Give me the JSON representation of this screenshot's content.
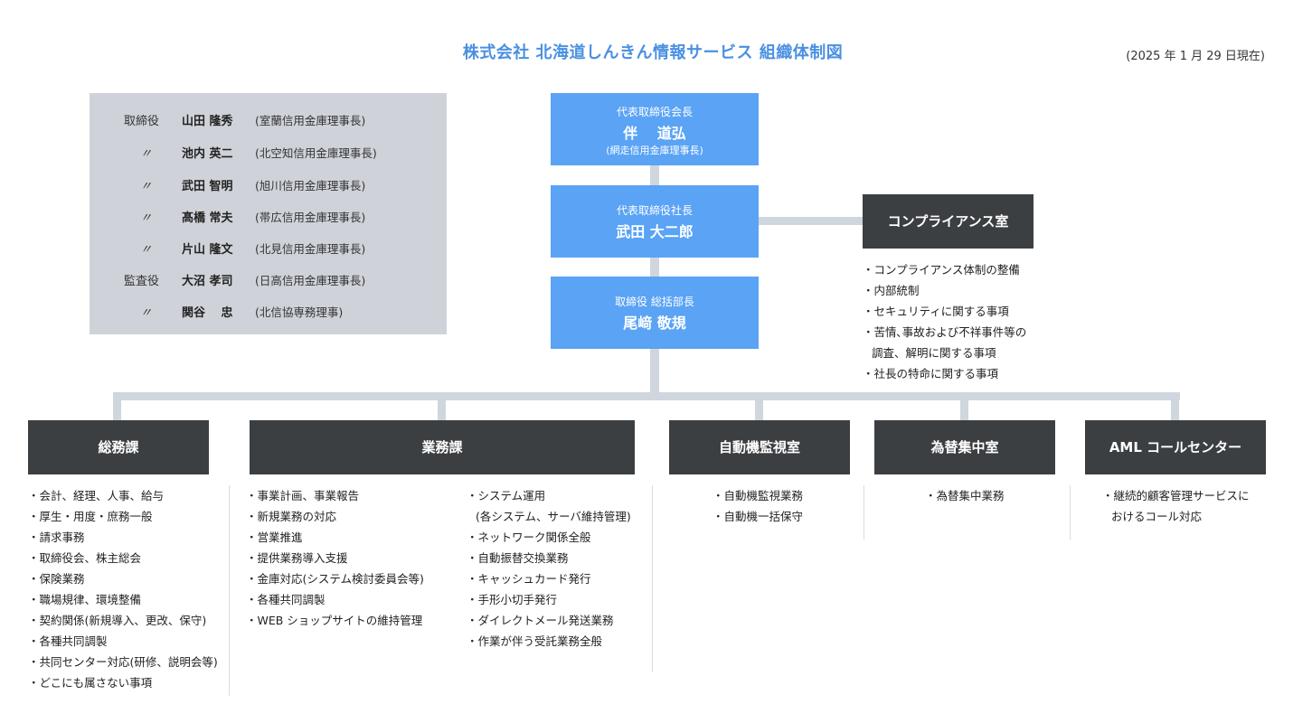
{
  "header": {
    "title": "株式会社 北海道しんきん情報サービス 組織体制図",
    "date": "(2025 年 1 月 29 日現在)"
  },
  "directors": [
    {
      "role": "取締役",
      "name": "山田 隆秀",
      "affiliation": "(室蘭信用金庫理事長)"
    },
    {
      "role": "〃",
      "name": "池内 英二",
      "affiliation": "(北空知信用金庫理事長)"
    },
    {
      "role": "〃",
      "name": "武田 智明",
      "affiliation": "(旭川信用金庫理事長)"
    },
    {
      "role": "〃",
      "name": "髙橋 常夫",
      "affiliation": "(帯広信用金庫理事長)"
    },
    {
      "role": "〃",
      "name": "片山 隆文",
      "affiliation": "(北見信用金庫理事長)"
    },
    {
      "role": "監査役",
      "name": "大沼 孝司",
      "affiliation": "(日高信用金庫理事長)"
    },
    {
      "role": "〃",
      "name": "関谷　 忠",
      "affiliation": "(北信協専務理事)"
    }
  ],
  "executives": [
    {
      "title": "代表取締役会長",
      "name": "伴　 道弘",
      "sub": "(網走信用金庫理事長)"
    },
    {
      "title": "代表取締役社長",
      "name": "武田 大二郎",
      "sub": ""
    },
    {
      "title": "取締役 総括部長",
      "name": "尾﨑 敬規",
      "sub": ""
    }
  ],
  "compliance": {
    "label": "コンプライアンス室",
    "items": [
      "・コンプライアンス体制の整備",
      "・内部統制",
      "・セキュリティに関する事項",
      "・苦情､事故および不祥事件等の",
      "調査、解明に関する事項",
      "・社長の特命に関する事項"
    ]
  },
  "departments": {
    "somu": {
      "label": "総務課",
      "items": [
        "・会計、経理、人事、給与",
        "・厚生・用度・庶務一般",
        "・請求事務",
        "・取締役会、株主総会",
        "・保険業務",
        "・職場規律、環境整備",
        "・契約関係(新規導入、更改、保守)",
        "・各種共同調製",
        "・共同センター対応(研修、説明会等)",
        "・どこにも属さない事項"
      ]
    },
    "gyomu": {
      "label": "業務課",
      "items_left": [
        "・事業計画、事業報告",
        "・新規業務の対応",
        "・営業推進",
        "・提供業務導入支援",
        "・金庫対応(システム検討委員会等)",
        "・各種共同調製",
        "・WEB ショップサイトの維持管理"
      ],
      "items_right": [
        "・システム運用",
        "(各システム、サーバ維持管理)",
        "・ネットワーク関係全般",
        "・自動振替交換業務",
        "・キャッシュカード発行",
        "・手形小切手発行",
        "・ダイレクトメール発送業務",
        "・作業が伴う受託業務全般"
      ]
    },
    "atm": {
      "label": "自動機監視室",
      "items": [
        "・自動機監視業務",
        "・自動機一括保守"
      ]
    },
    "kawase": {
      "label": "為替集中室",
      "items": [
        "・為替集中業務"
      ]
    },
    "aml": {
      "label": "AML コールセンター",
      "items": [
        "・継続的顧客管理サービスに",
        "おけるコール対応"
      ]
    }
  },
  "colors": {
    "title_blue": "#4a90e2",
    "exec_box": "#5aa3f5",
    "dept_box": "#3c3f42",
    "director_panel": "#cfd3d9",
    "connector": "#cfd6dd"
  }
}
